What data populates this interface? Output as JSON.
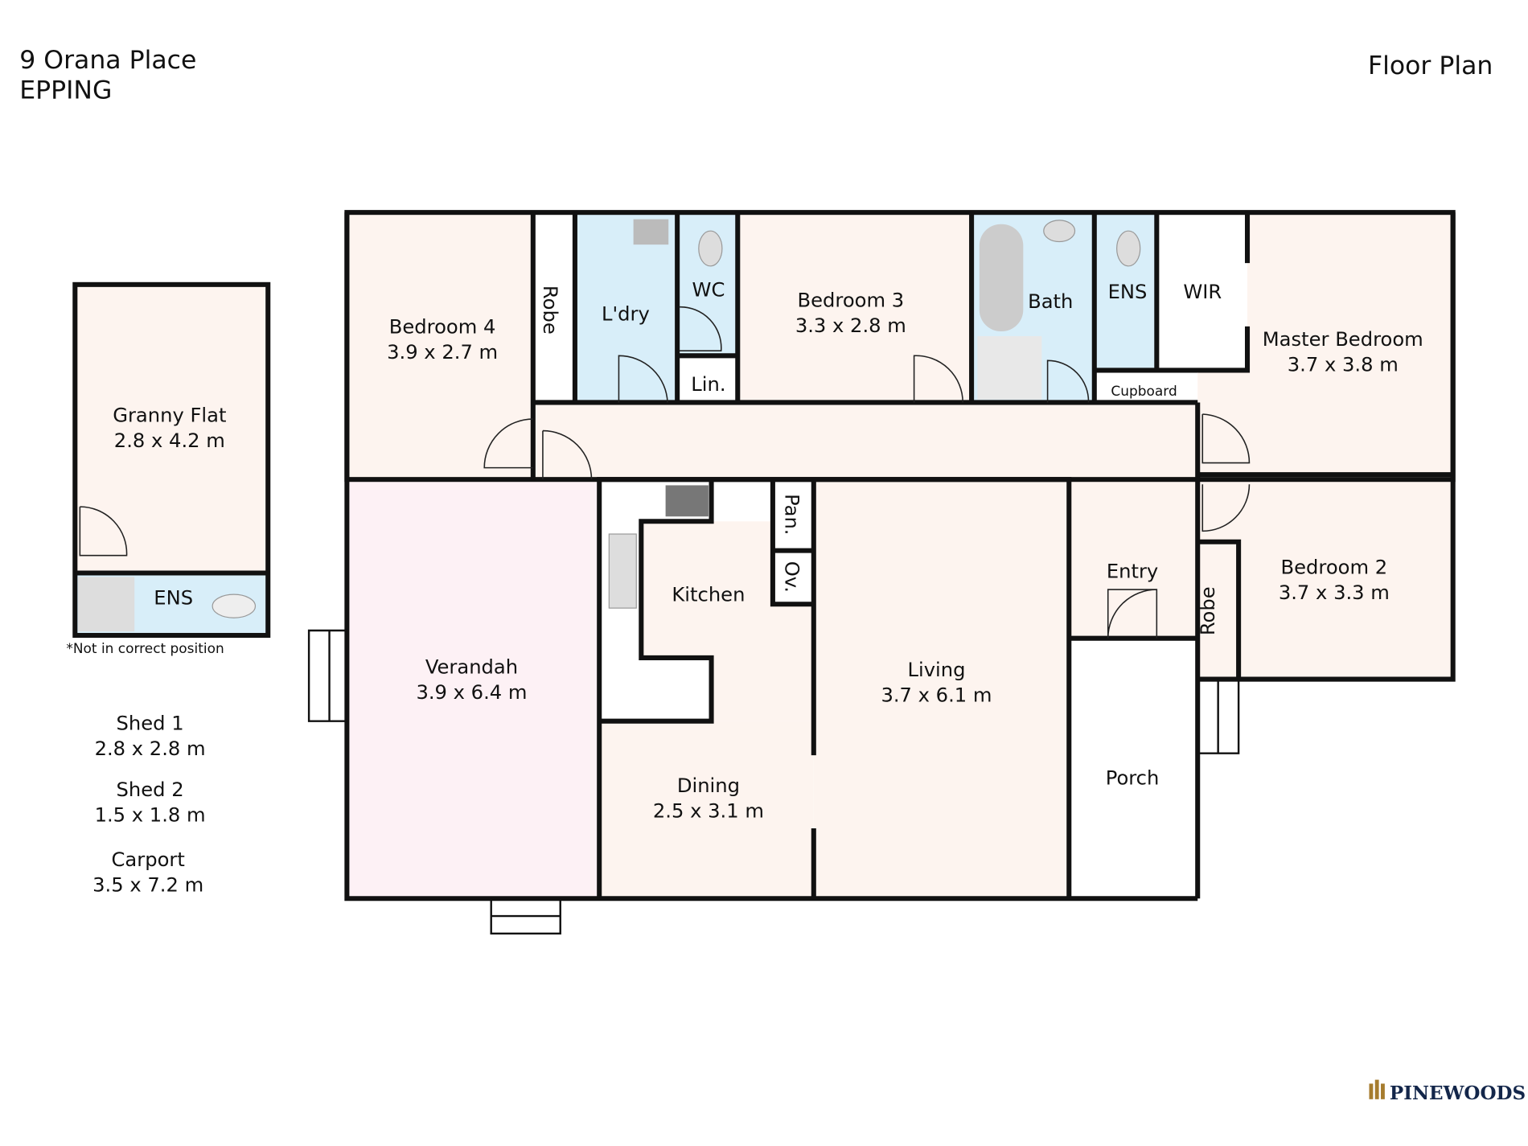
{
  "header": {
    "address": "9 Orana Place",
    "suburb": "EPPING",
    "plan_title": "Floor Plan"
  },
  "rooms": {
    "bedroom4": {
      "name": "Bedroom 4",
      "size": "3.9 x 2.7 m"
    },
    "robe1": {
      "name": "Robe"
    },
    "laundry": {
      "name": "L'dry"
    },
    "wc": {
      "name": "WC"
    },
    "linen": {
      "name": "Lin."
    },
    "bedroom3": {
      "name": "Bedroom 3",
      "size": "3.3 x 2.8 m"
    },
    "bath": {
      "name": "Bath"
    },
    "ens": {
      "name": "ENS"
    },
    "cupboard": {
      "name": "Cupboard"
    },
    "wir": {
      "name": "WIR"
    },
    "master": {
      "name": "Master Bedroom",
      "size": "3.7 x 3.8 m"
    },
    "bedroom2": {
      "name": "Bedroom 2",
      "size": "3.7 x 3.3 m"
    },
    "robe2": {
      "name": "Robe"
    },
    "entry": {
      "name": "Entry"
    },
    "porch": {
      "name": "Porch"
    },
    "pantry": {
      "name": "Pan."
    },
    "oven": {
      "name": "Ov."
    },
    "kitchen": {
      "name": "Kitchen"
    },
    "verandah": {
      "name": "Verandah",
      "size": "3.9 x 6.4 m"
    },
    "living": {
      "name": "Living",
      "size": "3.7 x 6.1 m"
    },
    "dining": {
      "name": "Dining",
      "size": "2.5 x 3.1 m"
    },
    "granny": {
      "name": "Granny Flat",
      "size": "2.8 x 4.2 m"
    },
    "granny_ens": {
      "name": "ENS"
    }
  },
  "granny_note": "*Not in correct position",
  "outbuildings": [
    {
      "name": "Shed 1",
      "size": "2.8 x 2.8 m"
    },
    {
      "name": "Shed 2",
      "size": "1.5 x 1.8 m"
    },
    {
      "name": "Carport",
      "size": "3.5 x 7.2 m"
    }
  ],
  "brand": {
    "name": "PINEWOODS",
    "gold": "#a67c2e",
    "navy": "#13264a"
  },
  "colors": {
    "room": "#fdf4ef",
    "wet": "#d8eef9",
    "verandah": "#fdf1f5"
  }
}
